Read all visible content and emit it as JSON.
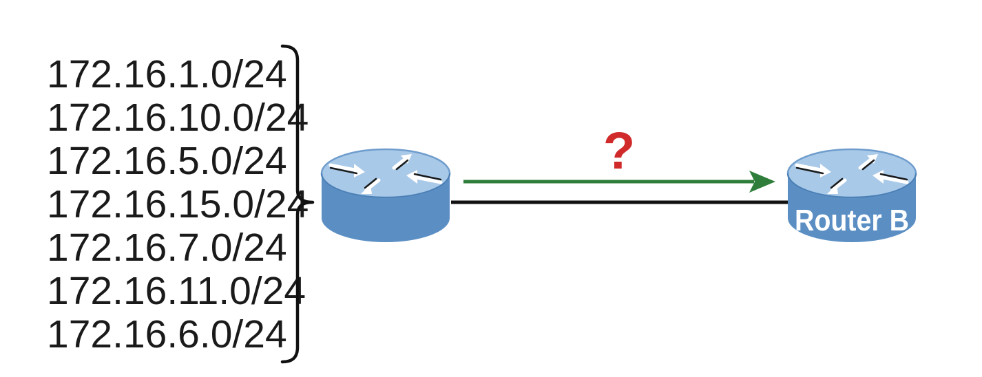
{
  "subnets": [
    "172.16.1.0/24",
    "172.16.10.0/24",
    "172.16.5.0/24",
    "172.16.15.0/24",
    "172.16.7.0/24",
    "172.16.11.0/24",
    "172.16.6.0/24"
  ],
  "router_b": {
    "label": "Router B"
  },
  "link": {
    "question": "?"
  },
  "colors": {
    "router_top": "#9fc2e4",
    "router_body": "#5b8fc4",
    "router_edge": "#4a7fb5",
    "link_line": "#111111",
    "arrow": "#2e7d3a",
    "question": "#d02a2a",
    "text": "#1a1a1a"
  },
  "icons": {
    "router_icon": "router-icon"
  }
}
